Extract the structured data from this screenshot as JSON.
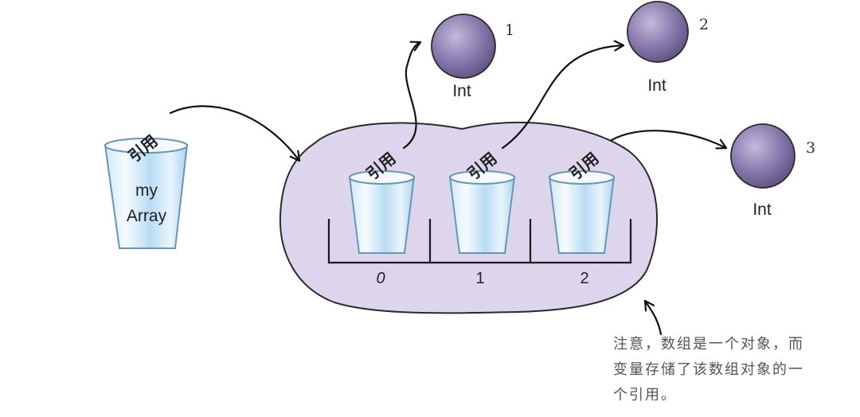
{
  "variable_cup": {
    "ref_label": "引用",
    "name_line1": "my",
    "name_line2": "Array"
  },
  "array_object": {
    "slots": [
      {
        "index_label": "0",
        "ref_label": "引用"
      },
      {
        "index_label": "1",
        "ref_label": "引用"
      },
      {
        "index_label": "2",
        "ref_label": "引用"
      }
    ]
  },
  "int_objects": [
    {
      "type_label": "Int",
      "number_label": "1"
    },
    {
      "type_label": "Int",
      "number_label": "2"
    },
    {
      "type_label": "Int",
      "number_label": "3"
    }
  ],
  "annotation": {
    "lines": [
      "注意，数组是一个对象，而",
      "变量存储了该数组对象的一",
      "个引用。"
    ]
  },
  "colors": {
    "blob_fill": "#ddd5ec",
    "ball_fill": "#8a7cae",
    "cup_blue": "#a9d3ef"
  }
}
